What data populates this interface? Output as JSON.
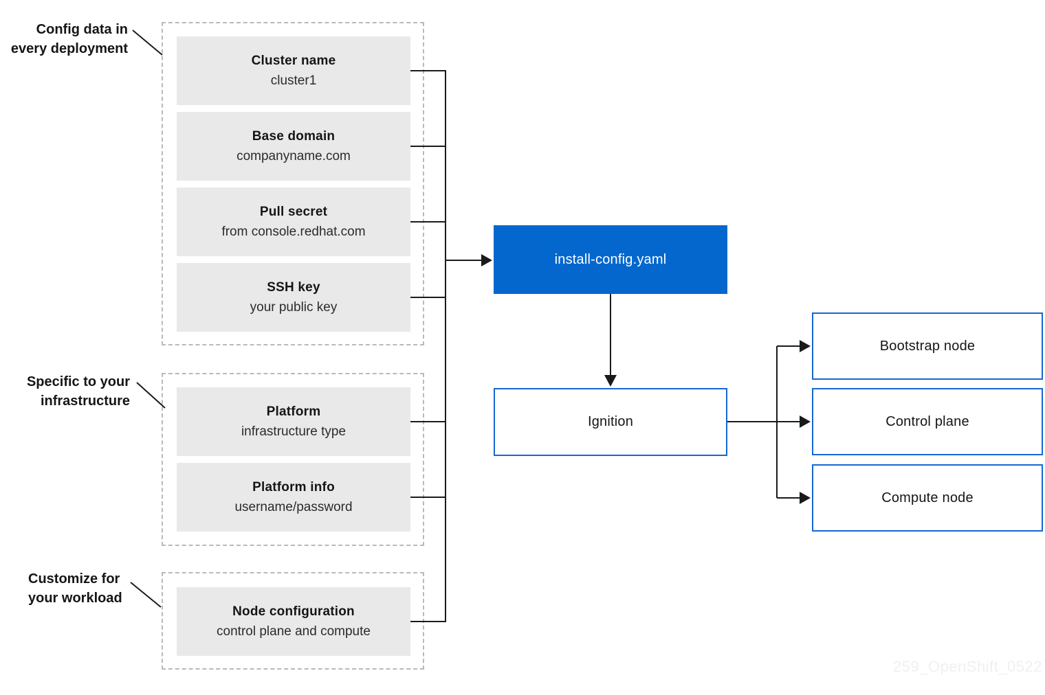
{
  "groups": [
    {
      "label_lines": [
        "Config data in",
        "every deployment"
      ],
      "items": [
        {
          "title": "Cluster name",
          "subtitle": "cluster1"
        },
        {
          "title": "Base domain",
          "subtitle": "companyname.com"
        },
        {
          "title": "Pull secret",
          "subtitle": "from console.redhat.com"
        },
        {
          "title": "SSH key",
          "subtitle": "your public key"
        }
      ]
    },
    {
      "label_lines": [
        "Specific to your",
        "infrastructure"
      ],
      "items": [
        {
          "title": "Platform",
          "subtitle": "infrastructure type"
        },
        {
          "title": "Platform info",
          "subtitle": "username/password"
        }
      ]
    },
    {
      "label_lines": [
        "Customize for",
        "your workload"
      ],
      "items": [
        {
          "title": "Node configuration",
          "subtitle": "control plane and compute"
        }
      ]
    }
  ],
  "install_config": {
    "label": "install-config.yaml"
  },
  "ignition": {
    "label": "Ignition"
  },
  "outputs": [
    {
      "label": "Bootstrap node"
    },
    {
      "label": "Control plane"
    },
    {
      "label": "Compute node"
    }
  ],
  "watermark": "259_OpenShift_0522",
  "colors": {
    "accent_blue_fill": "#0467cd",
    "outline_blue": "#1567d2",
    "gray_item_fill": "#e9e9e9",
    "dashed_border": "#b9b9b9",
    "line_black": "#1a1a1a",
    "text_dark": "#151515",
    "watermark_gray": "#f0f0f2"
  }
}
